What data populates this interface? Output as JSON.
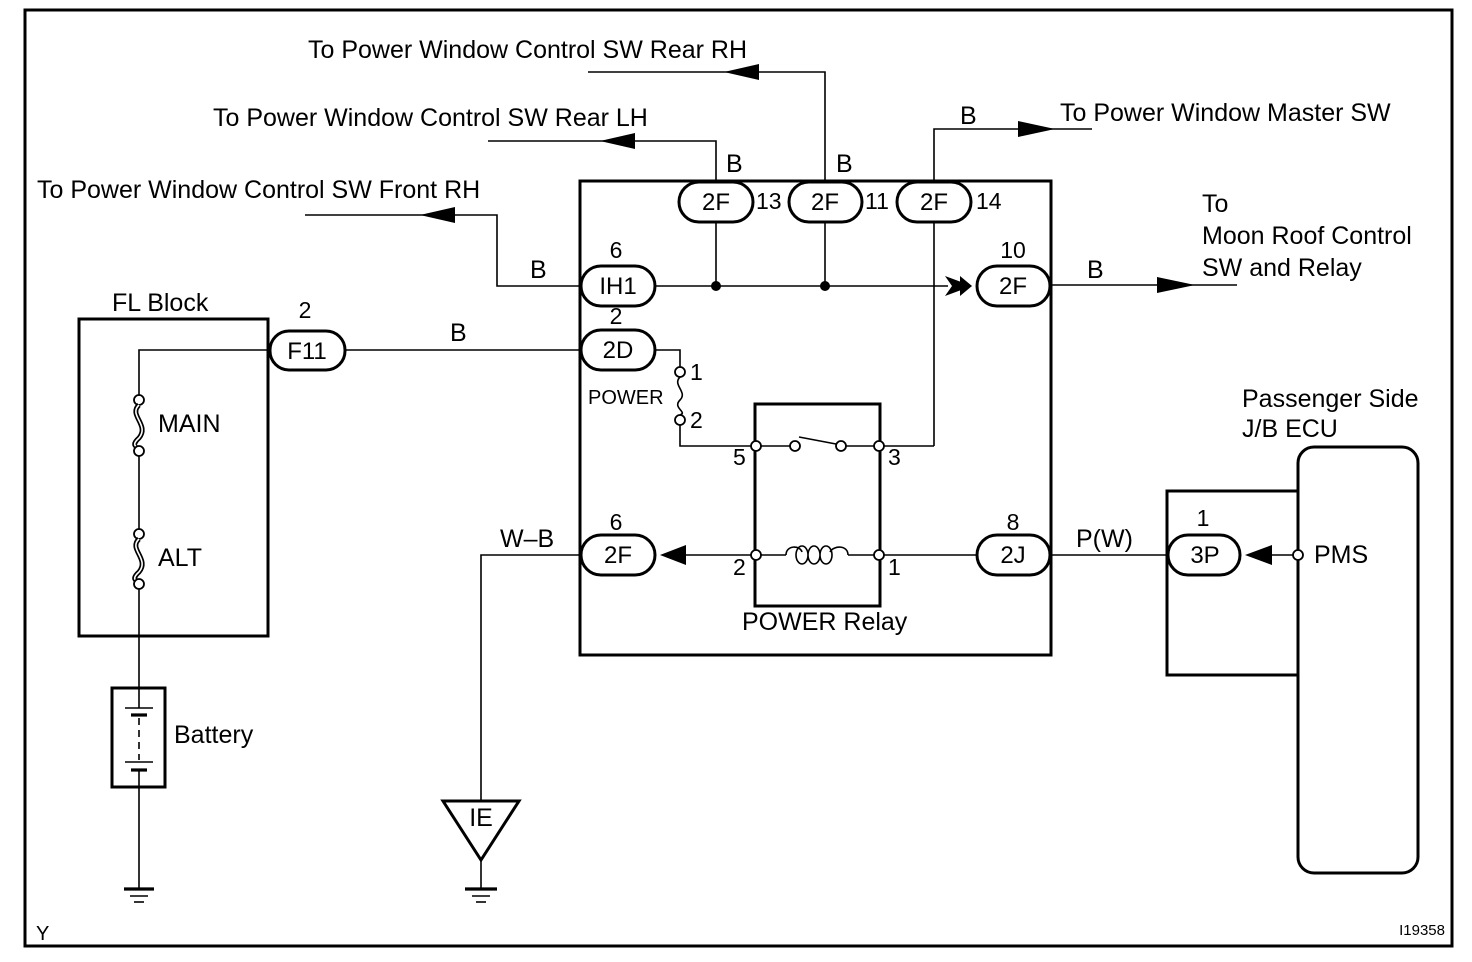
{
  "diagram": {
    "destinations": {
      "rear_rh": "To Power Window Control SW Rear RH",
      "rear_lh": "To Power Window Control SW Rear LH",
      "front_rh": "To Power Window Control SW Front RH",
      "master_sw": "To Power Window Master SW",
      "moon_roof_line1": "To",
      "moon_roof_line2": "Moon Roof Control",
      "moon_roof_line3": "SW and Relay"
    },
    "wire_colors": {
      "rear_lh": "B",
      "rear_rh": "B",
      "master": "B",
      "front_rh": "B",
      "moon_roof": "B",
      "fl_to_2d": "B",
      "ground": "W–B",
      "pms": "P(W)"
    },
    "connectors": {
      "c2f_13": {
        "code": "2F",
        "pin": "13"
      },
      "c2f_11": {
        "code": "2F",
        "pin": "11"
      },
      "c2f_14": {
        "code": "2F",
        "pin": "14"
      },
      "ih1": {
        "code": "IH1",
        "pin": "6"
      },
      "c2f_10": {
        "code": "2F",
        "pin": "10"
      },
      "c2d": {
        "code": "2D",
        "pin": "2"
      },
      "c2f_6": {
        "code": "2F",
        "pin": "6"
      },
      "c2j": {
        "code": "2J",
        "pin": "8"
      },
      "f11": {
        "code": "F11",
        "pin": "2"
      },
      "c3p": {
        "code": "3P",
        "pin": "1"
      }
    },
    "fl_block": {
      "title": "FL Block",
      "fuse_main": "MAIN",
      "fuse_alt": "ALT"
    },
    "power_fuse": {
      "label": "POWER",
      "pin1": "1",
      "pin2": "2"
    },
    "relay": {
      "label": "POWER Relay",
      "pin5": "5",
      "pin3": "3",
      "pin2": "2",
      "pin1": "1"
    },
    "battery": {
      "label": "Battery"
    },
    "ground_point": {
      "label": "IE"
    },
    "ecu": {
      "title_line1": "Passenger Side",
      "title_line2": "J/B ECU",
      "terminal": "PMS"
    },
    "corner_mark": "Y",
    "figure_id": "I19358"
  }
}
